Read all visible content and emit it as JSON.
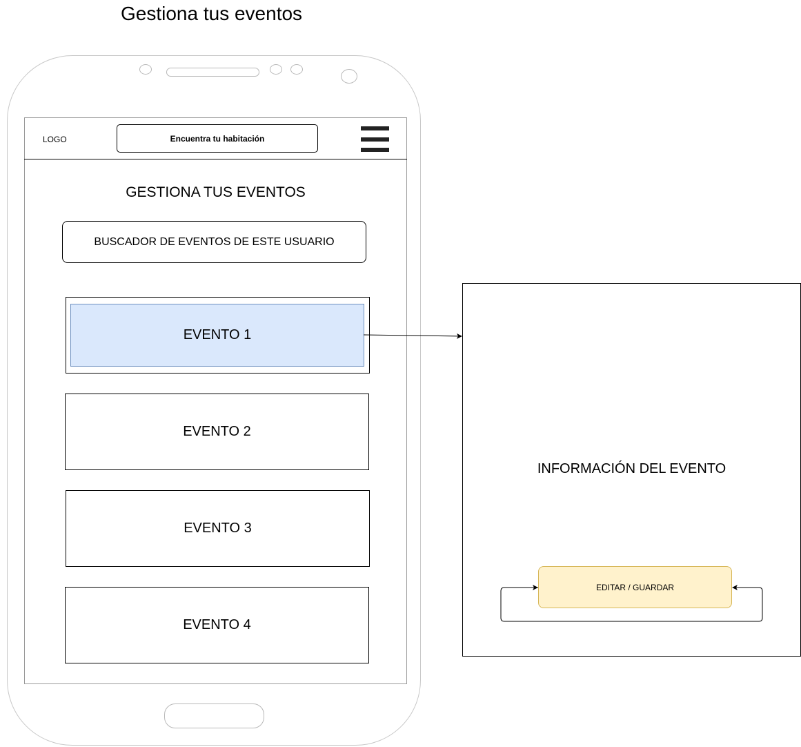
{
  "page_title": "Gestiona tus eventos",
  "header": {
    "logo": "LOGO",
    "search_label": "Encuentra tu habitación"
  },
  "main": {
    "title": "GESTIONA TUS EVENTOS",
    "search_label": "BUSCADOR DE EVENTOS DE ESTE USUARIO",
    "events": [
      "EVENTO 1",
      "EVENTO 2",
      "EVENTO 3",
      "EVENTO 4"
    ]
  },
  "info_panel": {
    "label": "INFORMACIÓN DEL EVENTO",
    "action_label": "EDITAR / GUARDAR"
  },
  "colors": {
    "selected_fill": "#dae8fc",
    "selected_stroke": "#6c8ebf",
    "action_fill": "#fff2cc",
    "action_stroke": "#d6b656"
  }
}
